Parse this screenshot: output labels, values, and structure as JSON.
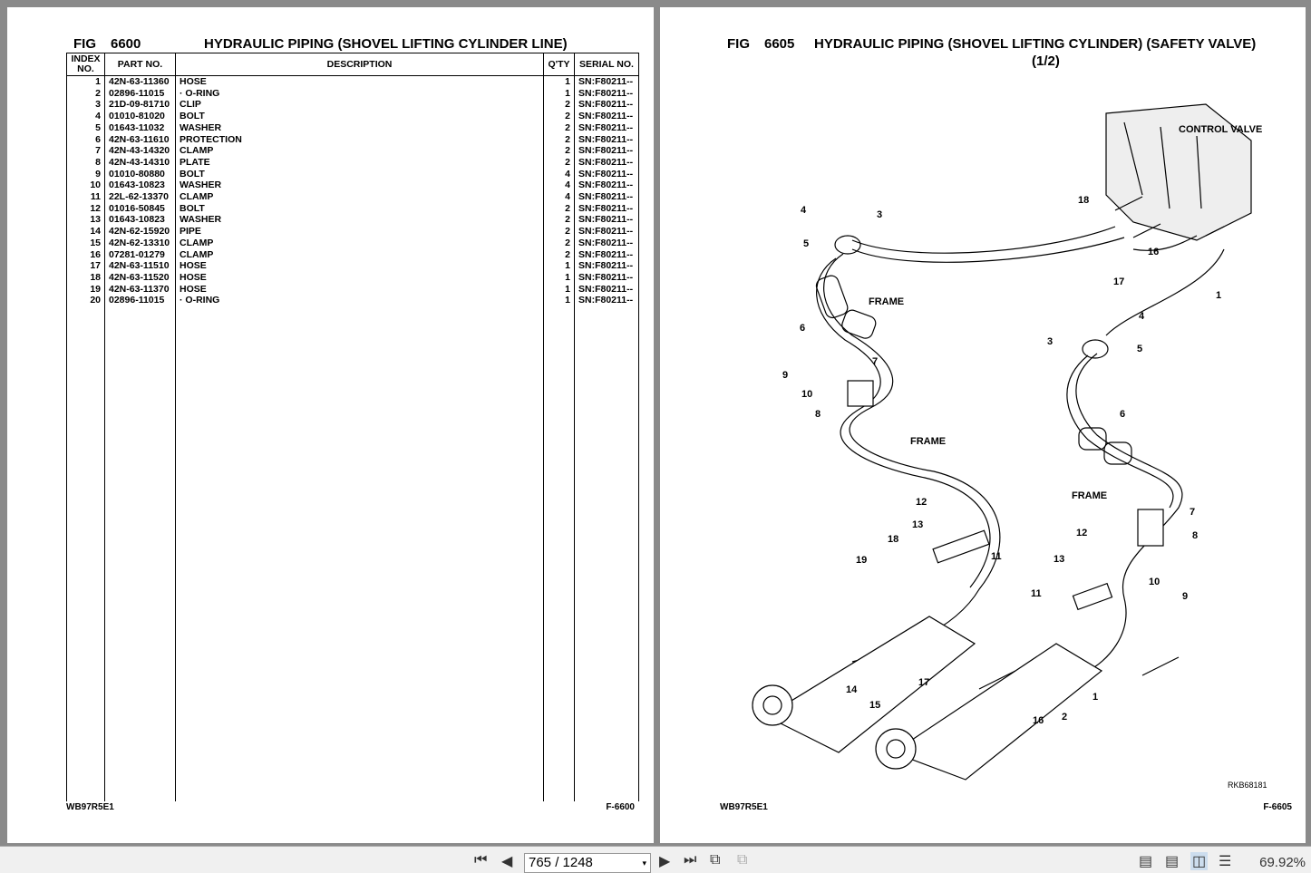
{
  "left_page": {
    "fig_label": "FIG",
    "fig_no": "6600",
    "title": "HYDRAULIC PIPING (SHOVEL LIFTING CYLINDER LINE)",
    "headers": {
      "index": "INDEX NO.",
      "part": "PART NO.",
      "desc": "DESCRIPTION",
      "qty": "Q'TY",
      "serial": "SERIAL NO."
    },
    "rows": [
      [
        "1",
        "42N-63-11360",
        "HOSE",
        "1",
        "SN:F80211--"
      ],
      [
        "2",
        "02896-11015",
        "· O-RING",
        "1",
        "SN:F80211--"
      ],
      [
        "3",
        "21D-09-81710",
        "CLIP",
        "2",
        "SN:F80211--"
      ],
      [
        "4",
        "01010-81020",
        "BOLT",
        "2",
        "SN:F80211--"
      ],
      [
        "5",
        "01643-11032",
        "WASHER",
        "2",
        "SN:F80211--"
      ],
      [
        "6",
        "42N-63-11610",
        "PROTECTION",
        "2",
        "SN:F80211--"
      ],
      [
        "7",
        "42N-43-14320",
        "CLAMP",
        "2",
        "SN:F80211--"
      ],
      [
        "8",
        "42N-43-14310",
        "PLATE",
        "2",
        "SN:F80211--"
      ],
      [
        "9",
        "01010-80880",
        "BOLT",
        "4",
        "SN:F80211--"
      ],
      [
        "10",
        "01643-10823",
        "WASHER",
        "4",
        "SN:F80211--"
      ],
      [
        "11",
        "22L-62-13370",
        "CLAMP",
        "4",
        "SN:F80211--"
      ],
      [
        "12",
        "01016-50845",
        "BOLT",
        "2",
        "SN:F80211--"
      ],
      [
        "13",
        "01643-10823",
        "WASHER",
        "2",
        "SN:F80211--"
      ],
      [
        "14",
        "42N-62-15920",
        "PIPE",
        "2",
        "SN:F80211--"
      ],
      [
        "15",
        "42N-62-13310",
        "CLAMP",
        "2",
        "SN:F80211--"
      ],
      [
        "16",
        "07281-01279",
        "CLAMP",
        "2",
        "SN:F80211--"
      ],
      [
        "17",
        "42N-63-11510",
        "HOSE",
        "1",
        "SN:F80211--"
      ],
      [
        "18",
        "42N-63-11520",
        "HOSE",
        "1",
        "SN:F80211--"
      ],
      [
        "19",
        "42N-63-11370",
        "HOSE",
        "1",
        "SN:F80211--"
      ],
      [
        "20",
        "02896-11015",
        "· O-RING",
        "1",
        "SN:F80211--"
      ]
    ],
    "footer_left": "WB97R5E1",
    "footer_right": "F-6600"
  },
  "right_page": {
    "fig_label": "FIG",
    "fig_no": "6605",
    "title": "HYDRAULIC PIPING (SHOVEL LIFTING CYLINDER) (SAFETY VALVE)",
    "subtitle": "(1/2)",
    "control_valve": "CONTROL VALVE",
    "frame": "FRAME",
    "drawing_no": "RKB68181",
    "callouts": [
      "4",
      "3",
      "5",
      "18",
      "16",
      "17",
      "1",
      "6",
      "4",
      "3",
      "5",
      "9",
      "7",
      "10",
      "8",
      "6",
      "12",
      "7",
      "13",
      "12",
      "8",
      "18",
      "11",
      "19",
      "13",
      "10",
      "11",
      "9",
      "14",
      "17",
      "15",
      "1",
      "2",
      "16"
    ],
    "footer_left": "WB97R5E1",
    "footer_right": "F-6605"
  },
  "toolbar": {
    "page_value": "765 / 1248",
    "zoom": "69.92%"
  }
}
